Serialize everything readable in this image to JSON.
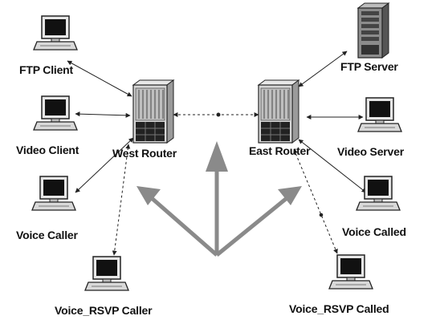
{
  "labels": {
    "ftp_client": "FTP Client",
    "video_client": "Video Client",
    "voice_caller": "Voice Caller",
    "voice_rsvp_caller": "Voice_RSVP Caller",
    "west_router": "West Router",
    "east_router": "East Router",
    "ftp_server": "FTP Server",
    "video_server": "Video Server",
    "voice_called": "Voice Called",
    "voice_rsvp_called": "Voice_RSVP Called"
  },
  "icons": {
    "workstation": "desktop-computer-icon",
    "router": "router-chassis-icon",
    "server": "tower-server-icon"
  },
  "colors": {
    "link": "#222222",
    "big_arrow": "#8a8a8a",
    "screen": "#111111",
    "chassis": "#cfcfcf"
  }
}
